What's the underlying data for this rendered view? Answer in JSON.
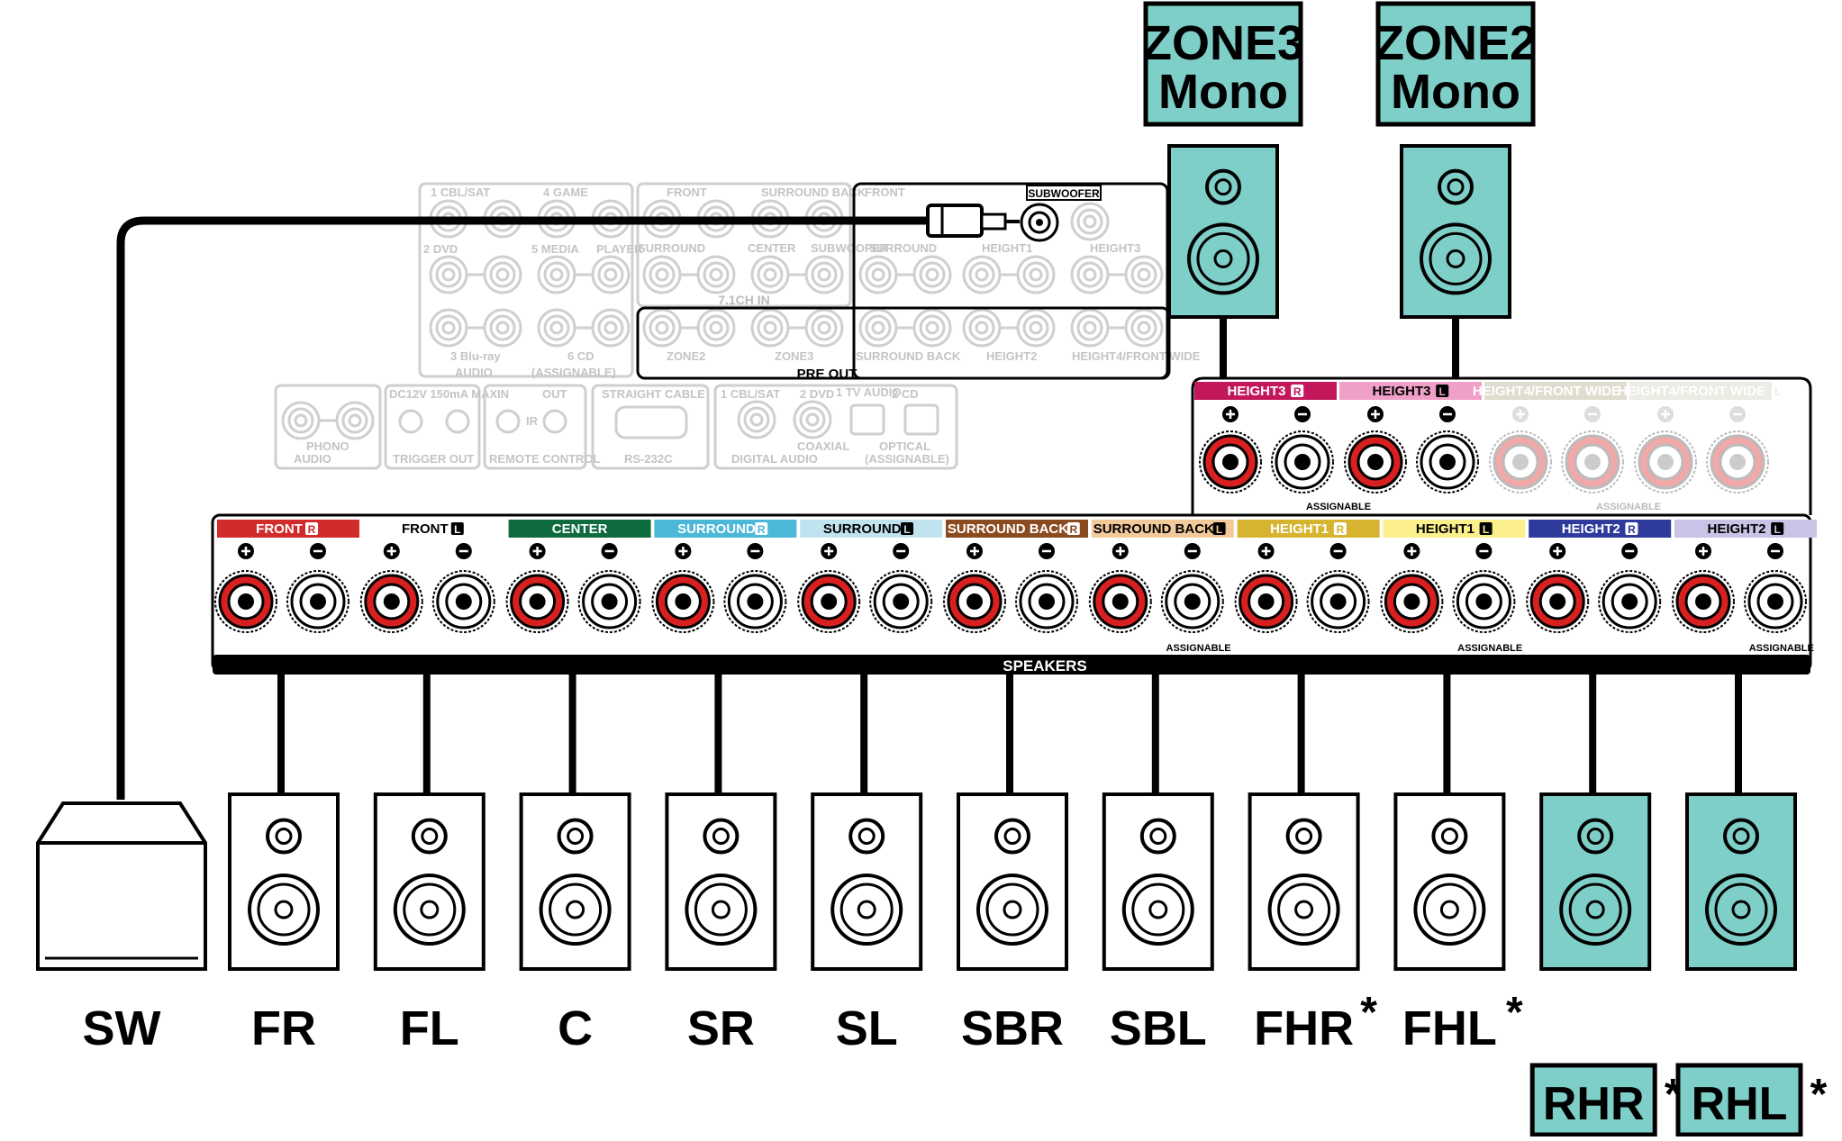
{
  "colors": {
    "teal": "#7fcfc9",
    "positive_terminal": "#d82020",
    "faded_terminal": "#f0a8a8",
    "cable": "#000000"
  },
  "zones": [
    {
      "name": "ZONE3",
      "mode": "Mono"
    },
    {
      "name": "ZONE2",
      "mode": "Mono"
    }
  ],
  "receiver": {
    "speakers_label": "SPEAKERS",
    "assignable_label": "ASSIGNABLE",
    "pre_out_label": "PRE OUT",
    "ch71_label": "7.1CH IN",
    "subwoofer_label": "SUBWOOFER",
    "terminal_pairs": [
      {
        "label": "FRONT",
        "side": "R",
        "color": "#d22b2b",
        "text_color": "#ffffff"
      },
      {
        "label": "FRONT",
        "side": "L",
        "color": "#ffffff",
        "text_color": "#000000"
      },
      {
        "label": "CENTER",
        "side": "",
        "color": "#0d6b3e",
        "text_color": "#ffffff"
      },
      {
        "label": "SURROUND",
        "side": "R",
        "color": "#4bb8d8",
        "text_color": "#ffffff"
      },
      {
        "label": "SURROUND",
        "side": "L",
        "color": "#bfe3ef",
        "text_color": "#000000"
      },
      {
        "label": "SURROUND BACK",
        "side": "R",
        "color": "#8a4b20",
        "text_color": "#ffffff"
      },
      {
        "label": "SURROUND BACK",
        "side": "L",
        "color": "#f2c99a",
        "text_color": "#000000"
      },
      {
        "label": "HEIGHT1",
        "side": "R",
        "color": "#d7b430",
        "text_color": "#ffffff"
      },
      {
        "label": "HEIGHT1",
        "side": "L",
        "color": "#fbf08c",
        "text_color": "#000000"
      },
      {
        "label": "HEIGHT2",
        "side": "R",
        "color": "#2e3a9c",
        "text_color": "#ffffff"
      },
      {
        "label": "HEIGHT2",
        "side": "L",
        "color": "#c9c3e8",
        "text_color": "#000000"
      }
    ],
    "upper_terminal_pairs": [
      {
        "label": "HEIGHT3",
        "side": "R",
        "color": "#c2185b",
        "text_color": "#ffffff"
      },
      {
        "label": "HEIGHT3",
        "side": "L",
        "color": "#f0a0c8",
        "text_color": "#000000"
      },
      {
        "label": "HEIGHT4/FRONT WIDE",
        "side": "R",
        "color": "#e0dccf",
        "text_color": "#ffffff"
      },
      {
        "label": "HEIGHT4/FRONT WIDE",
        "side": "L",
        "color": "#ecebe4",
        "text_color": "#ffffff"
      }
    ],
    "faint_labels": {
      "audio_in": "AUDIO",
      "assignable_small": "(ASSIGNABLE)",
      "cbl_sat": "1 CBL/SAT",
      "game": "4 GAME",
      "dvd": "2 DVD",
      "media": "5 MEDIA",
      "player": "PLAYER",
      "bluray": "3 Blu-ray",
      "cd": "6 CD",
      "front": "FRONT",
      "surround_back": "SURROUND BACK",
      "center": "CENTER",
      "surround": "SURROUND",
      "subwoofer_small": "SUBWOOFER",
      "height1": "HEIGHT1",
      "height3": "HEIGHT3",
      "zone2": "ZONE2",
      "zone3": "ZONE3",
      "height2": "HEIGHT2",
      "height4_fw": "HEIGHT4/FRONT WIDE",
      "phono": "PHONO",
      "trigger_spec": "DC12V 150mA MAX.",
      "trigger_out": "TRIGGER OUT",
      "in": "IN",
      "out": "OUT",
      "ir": "IR",
      "remote_control": "REMOTE CONTROL",
      "straight_cable": "STRAIGHT CABLE",
      "rs232c": "RS-232C",
      "cbl_sat_short": "1 CBL/SAT",
      "dvd_short": "2 DVD",
      "tv_audio": "1 TV AUDIO",
      "cd_short": "2 CD",
      "coaxial": "COAXIAL",
      "optical": "OPTICAL",
      "digital_audio": "DIGITAL AUDIO"
    }
  },
  "speakers": [
    {
      "label": "SW",
      "type": "subwoofer",
      "highlight": false,
      "asterisk": false
    },
    {
      "label": "FR",
      "type": "speaker",
      "highlight": false,
      "asterisk": false
    },
    {
      "label": "FL",
      "type": "speaker",
      "highlight": false,
      "asterisk": false
    },
    {
      "label": "C",
      "type": "speaker",
      "highlight": false,
      "asterisk": false
    },
    {
      "label": "SR",
      "type": "speaker",
      "highlight": false,
      "asterisk": false
    },
    {
      "label": "SL",
      "type": "speaker",
      "highlight": false,
      "asterisk": false
    },
    {
      "label": "SBR",
      "type": "speaker",
      "highlight": false,
      "asterisk": false
    },
    {
      "label": "SBL",
      "type": "speaker",
      "highlight": false,
      "asterisk": false
    },
    {
      "label": "FHR",
      "type": "speaker",
      "highlight": false,
      "asterisk": true
    },
    {
      "label": "FHL",
      "type": "speaker",
      "highlight": false,
      "asterisk": true
    },
    {
      "label": "RHR",
      "type": "speaker",
      "highlight": true,
      "asterisk": true
    },
    {
      "label": "RHL",
      "type": "speaker",
      "highlight": true,
      "asterisk": true
    }
  ],
  "asterisk_symbol": "*"
}
